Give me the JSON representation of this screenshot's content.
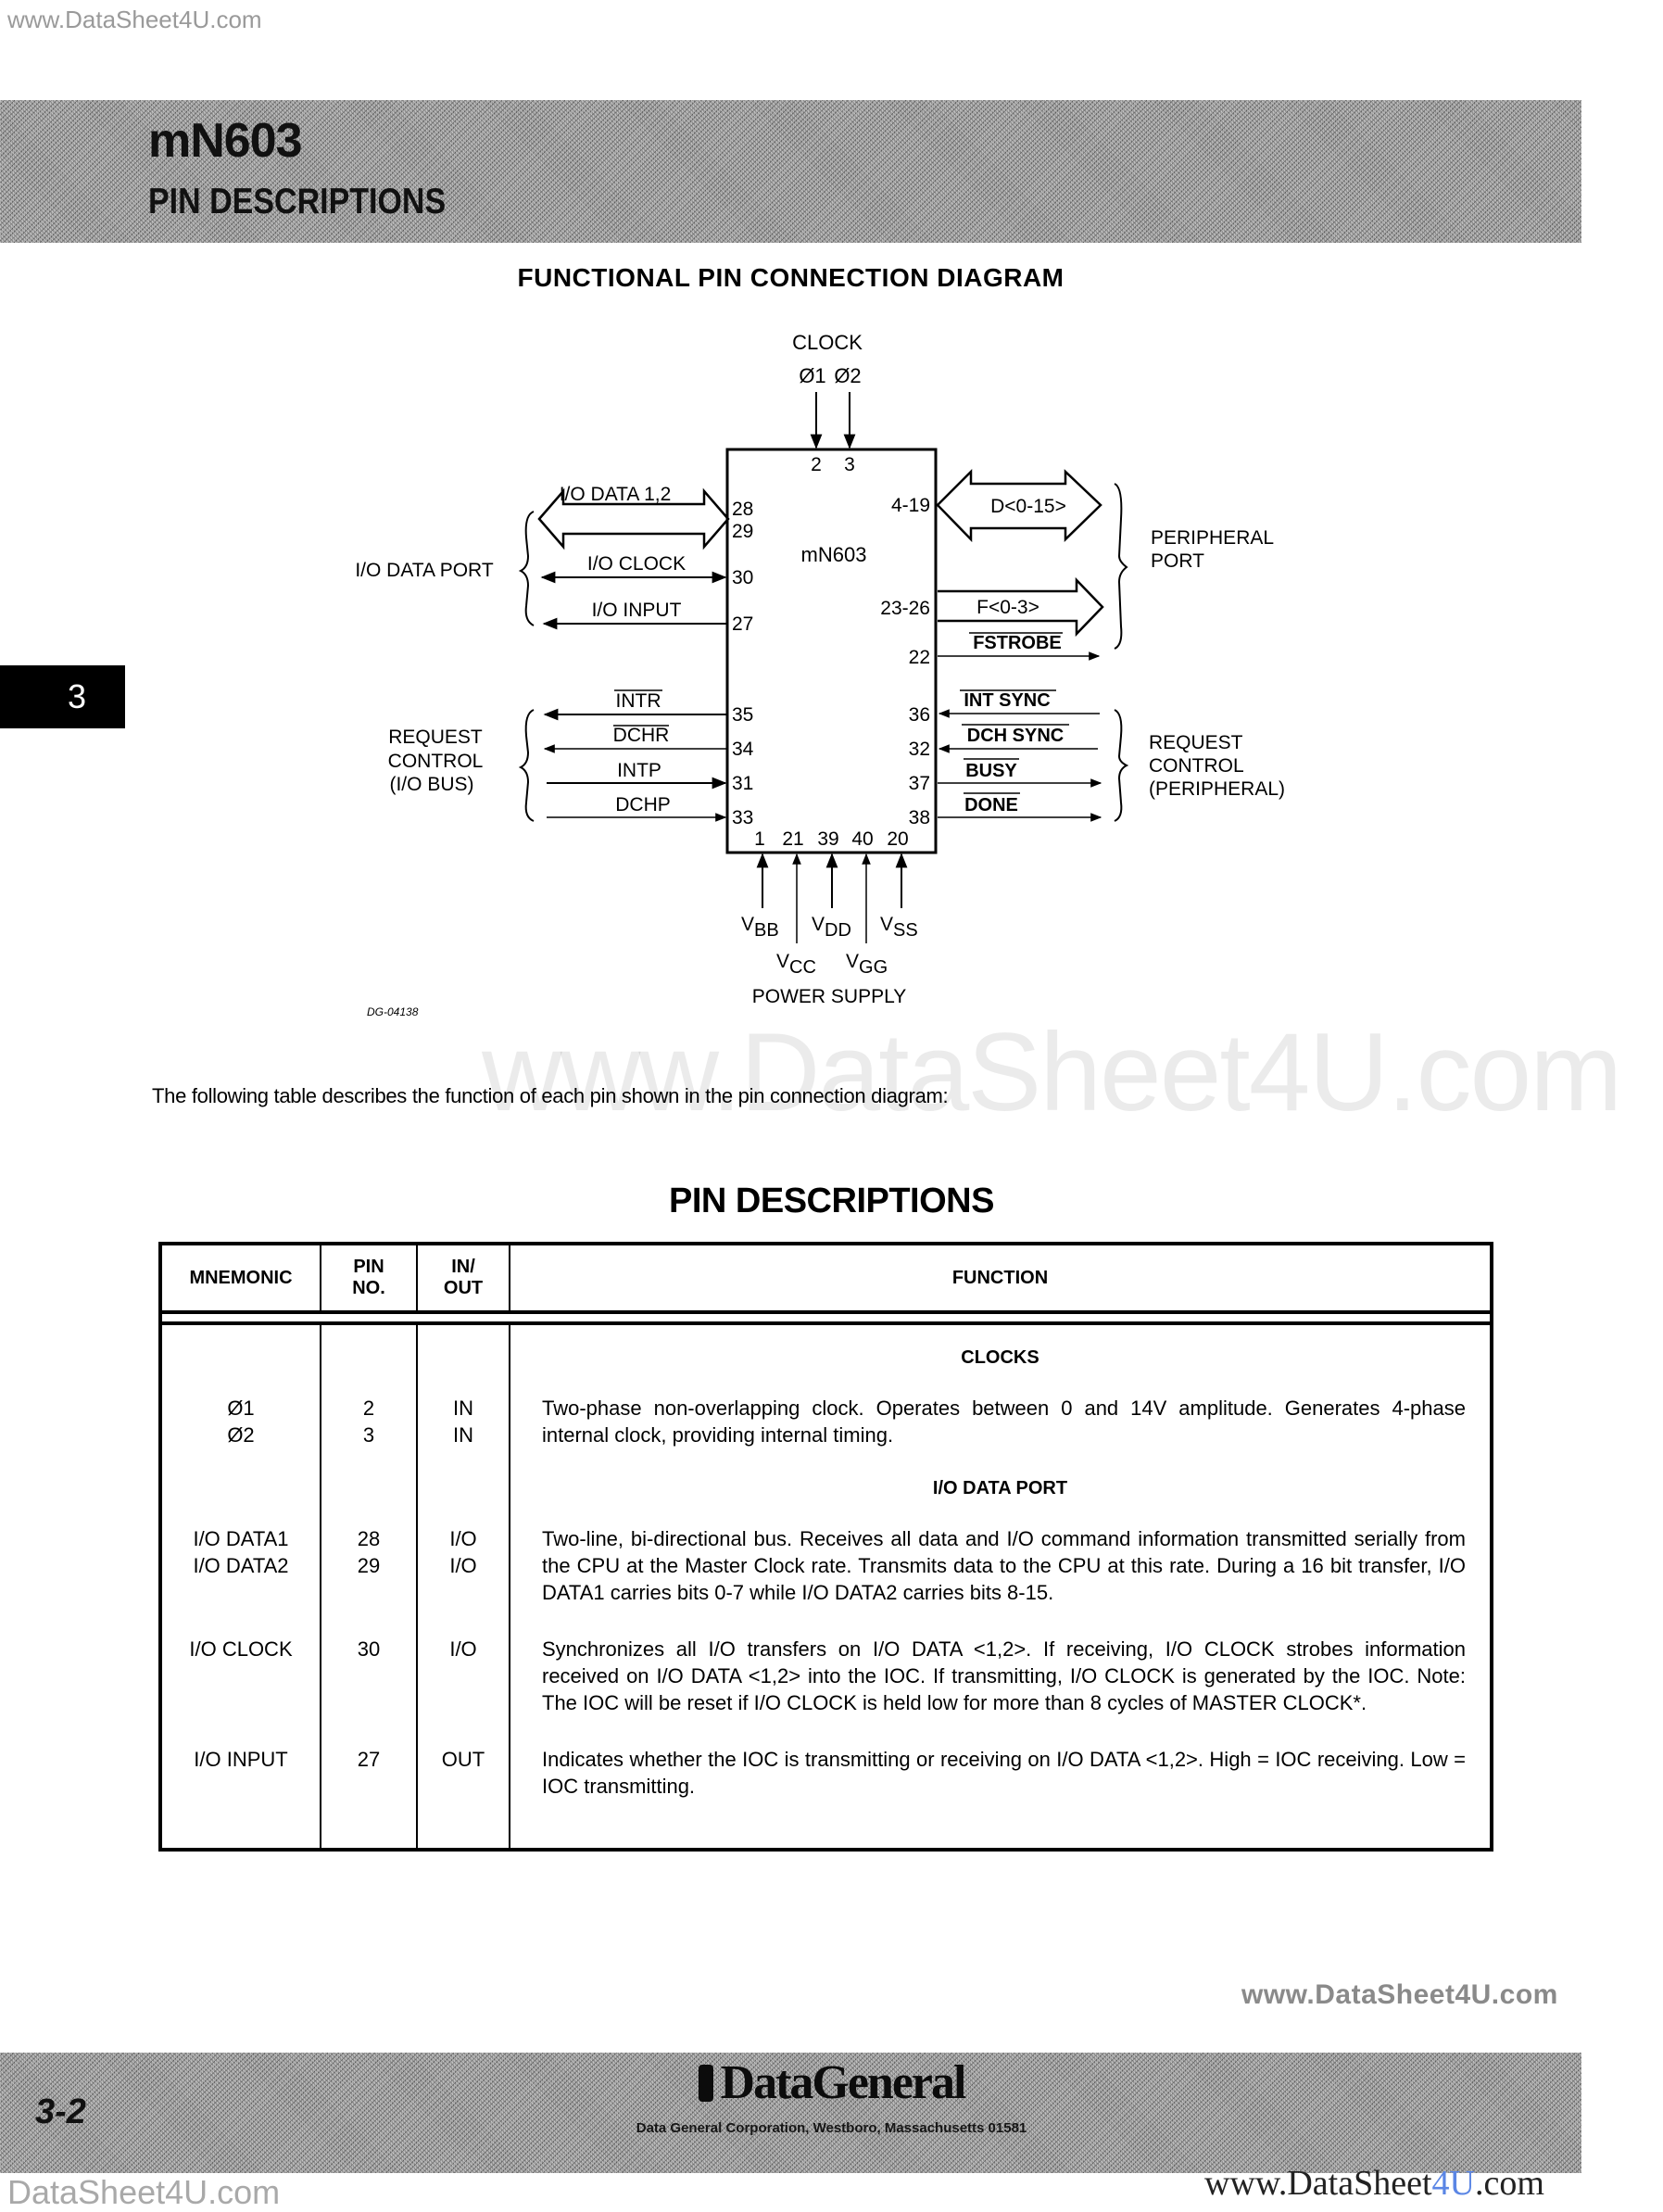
{
  "watermarks": {
    "top_left": "www.DataSheet4U.com",
    "center": "www.DataSheet4U.com",
    "bottom_right_gray": "www.DataSheet4U.com",
    "bottom_left": "DataSheet4U.com",
    "bottom_right_prefix": "www.DataSheet",
    "bottom_right_highlight": "4U",
    "bottom_right_suffix": ".com"
  },
  "header": {
    "part_number": "mN603",
    "section_title": "PIN DESCRIPTIONS"
  },
  "side_tab": {
    "label": "3"
  },
  "diagram": {
    "title": "FUNCTIONAL PIN CONNECTION DIAGRAM",
    "chip_label": "mN603",
    "clock": {
      "label": "CLOCK",
      "phi1": "Ø1",
      "phi2": "Ø2",
      "pin_phi1": "2",
      "pin_phi2": "3"
    },
    "left_groups": [
      {
        "label": "I/O DATA PORT"
      },
      {
        "label_lines": [
          "REQUEST",
          "CONTROL",
          "(I/O BUS)"
        ]
      }
    ],
    "left_signals": [
      {
        "name": "I/O DATA 1,2",
        "pins": [
          "28",
          "29"
        ],
        "type": "bidirectional-bus"
      },
      {
        "name": "I/O CLOCK",
        "pins": [
          "30"
        ],
        "type": "bidirectional"
      },
      {
        "name": "I/O INPUT",
        "pins": [
          "27"
        ],
        "type": "output"
      },
      {
        "name": "INTR",
        "pins": [
          "35"
        ],
        "type": "output",
        "overbar": true
      },
      {
        "name": "DCHR",
        "pins": [
          "34"
        ],
        "type": "output",
        "overbar": true
      },
      {
        "name": "INTP",
        "pins": [
          "31"
        ],
        "type": "input"
      },
      {
        "name": "DCHP",
        "pins": [
          "33"
        ],
        "type": "input"
      }
    ],
    "right_groups": [
      {
        "label_lines": [
          "PERIPHERAL",
          "PORT"
        ]
      },
      {
        "label_lines": [
          "REQUEST",
          "CONTROL",
          "(PERIPHERAL)"
        ]
      }
    ],
    "right_signals": [
      {
        "name": "D<0-15>",
        "pins": "4-19",
        "type": "bidirectional-bus"
      },
      {
        "name": "F<0-3>",
        "pins": "23-26",
        "type": "output-bus"
      },
      {
        "name": "FSTROBE",
        "pins": "22",
        "type": "output",
        "overbar": true
      },
      {
        "name": "INT SYNC",
        "pins": "36",
        "type": "input",
        "overbar": true
      },
      {
        "name": "DCH SYNC",
        "pins": "32",
        "type": "input",
        "overbar": true
      },
      {
        "name": "BUSY",
        "pins": "37",
        "type": "output",
        "overbar": true
      },
      {
        "name": "DONE",
        "pins": "38",
        "type": "output",
        "overbar": true
      }
    ],
    "bottom_pins": [
      "1",
      "21",
      "39",
      "40",
      "20"
    ],
    "power": [
      {
        "v": "V",
        "sub": "BB"
      },
      {
        "v": "V",
        "sub": "CC"
      },
      {
        "v": "V",
        "sub": "DD"
      },
      {
        "v": "V",
        "sub": "GG"
      },
      {
        "v": "V",
        "sub": "SS"
      }
    ],
    "power_label": "POWER SUPPLY",
    "drawing_id": "DG-04138"
  },
  "intro_text": "The following table describes the function of each pin shown in the pin connection diagram:",
  "table": {
    "title": "PIN DESCRIPTIONS",
    "headers": {
      "mnemonic": "MNEMONIC",
      "pin_no_1": "PIN",
      "pin_no_2": "NO.",
      "in_out_1": "IN/",
      "in_out_2": "OUT",
      "function": "FUNCTION"
    },
    "sections": [
      {
        "heading": "CLOCKS",
        "rows": [
          {
            "mnemonics": [
              "Ø1",
              "Ø2"
            ],
            "pins": [
              "2",
              "3"
            ],
            "io": [
              "IN",
              "IN"
            ],
            "function": "Two-phase non-overlapping clock. Operates between 0 and 14V amplitude. Generates 4-phase internal clock, providing internal timing."
          }
        ]
      },
      {
        "heading": "I/O DATA PORT",
        "rows": [
          {
            "mnemonics": [
              "I/O DATA1",
              "I/O DATA2"
            ],
            "pins": [
              "28",
              "29"
            ],
            "io": [
              "I/O",
              "I/O"
            ],
            "function": "Two-line, bi-directional bus. Receives all data and I/O command information transmitted serially from the CPU at the Master Clock rate. Transmits data to the CPU at this rate. During a 16 bit transfer, I/O DATA1 carries bits 0-7 while I/O DATA2 carries bits 8-15."
          },
          {
            "mnemonics": [
              "I/O CLOCK"
            ],
            "pins": [
              "30"
            ],
            "io": [
              "I/O"
            ],
            "function": "Synchronizes all I/O transfers on I/O DATA <1,2>. If receiving, I/O CLOCK strobes information received on I/O DATA <1,2> into the IOC. If transmitting, I/O CLOCK is generated by the IOC. Note: The IOC will be reset if I/O CLOCK is held low for more than 8 cycles of MASTER CLOCK*."
          },
          {
            "mnemonics": [
              "I/O INPUT"
            ],
            "pins": [
              "27"
            ],
            "io": [
              "OUT"
            ],
            "function": "Indicates whether the IOC is transmitting or receiving on I/O DATA <1,2>. High = IOC receiving. Low = IOC transmitting."
          }
        ]
      }
    ]
  },
  "footer": {
    "page_number": "3-2",
    "logo": "DataGeneral",
    "subtitle": "Data General Corporation, Westboro, Massachusetts 01581"
  }
}
